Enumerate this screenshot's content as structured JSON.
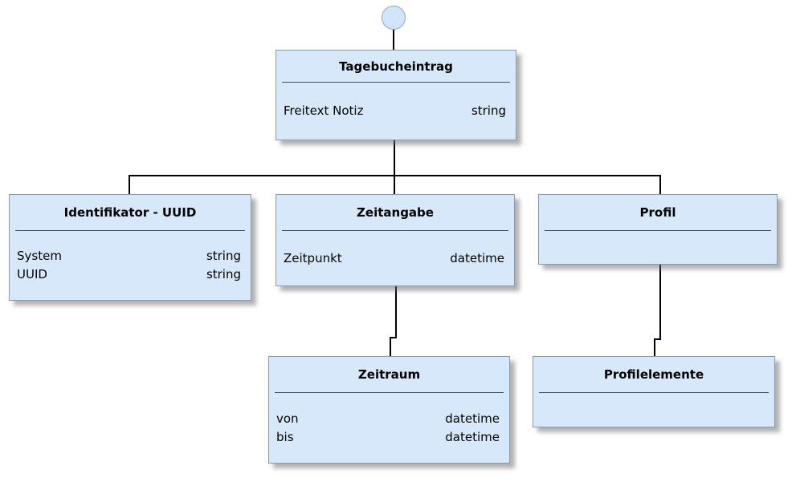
{
  "diagram": {
    "kind": "uml-class-diagram",
    "colors": {
      "node_fill": "#d6e8fa",
      "node_border": "#8a99a8",
      "separator_line": "#3d4f61",
      "connector_line": "#000000",
      "background": "#ffffff"
    },
    "nodes": [
      {
        "id": "tagebucheintrag",
        "title": "Tagebucheintrag",
        "attributes": [
          {
            "name": "Freitext Notiz",
            "type": "string"
          }
        ]
      },
      {
        "id": "identifikator",
        "title": "Identifikator - UUID",
        "attributes": [
          {
            "name": "System",
            "type": "string"
          },
          {
            "name": "UUID",
            "type": "string"
          }
        ]
      },
      {
        "id": "zeitangabe",
        "title": "Zeitangabe",
        "attributes": [
          {
            "name": "Zeitpunkt",
            "type": "datetime"
          }
        ]
      },
      {
        "id": "profil",
        "title": "Profil",
        "attributes": []
      },
      {
        "id": "zeitraum",
        "title": "Zeitraum",
        "attributes": [
          {
            "name": "von",
            "type": "datetime"
          },
          {
            "name": "bis",
            "type": "datetime"
          }
        ]
      },
      {
        "id": "profilelemente",
        "title": "Profilelemente",
        "attributes": []
      }
    ],
    "edges": [
      {
        "from": "root-anchor",
        "to": "Tagebucheintrag"
      },
      {
        "from": "Tagebucheintrag",
        "to": "Identifikator - UUID"
      },
      {
        "from": "Tagebucheintrag",
        "to": "Zeitangabe"
      },
      {
        "from": "Tagebucheintrag",
        "to": "Profil"
      },
      {
        "from": "Zeitangabe",
        "to": "Zeitraum"
      },
      {
        "from": "Profil",
        "to": "Profilelemente"
      }
    ]
  }
}
